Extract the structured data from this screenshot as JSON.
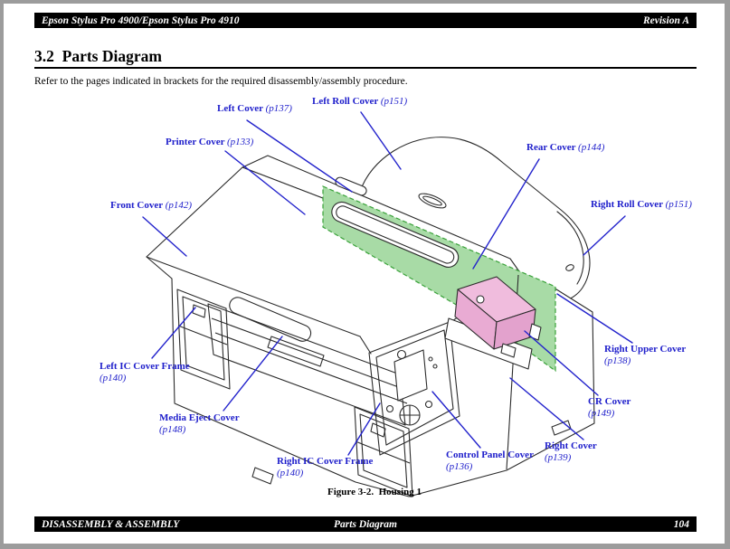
{
  "header": {
    "product": "Epson Stylus Pro 4900/Epson Stylus Pro 4910",
    "revision": "Revision A"
  },
  "section": {
    "title": "3.2  Parts Diagram"
  },
  "intro": "Refer to the pages indicated in brackets for the required disassembly/assembly procedure.",
  "figure_caption": "Figure 3-2.  Housing 1",
  "footer": {
    "chapter": "DISASSEMBLY & ASSEMBLY",
    "section": "Parts Diagram",
    "page_number": "104"
  },
  "colors": {
    "label_blue": "#1e1ecb",
    "leader_blue": "#2323cc",
    "highlight_green": "#a8dba6",
    "highlight_green_stroke": "#3aa23a",
    "highlight_pink": "#f0bcdd",
    "line_dark": "#2b2b2b",
    "surround_gray": "#9c9c9c"
  },
  "labels": [
    {
      "name": "Left Cover",
      "ref": "(p137)"
    },
    {
      "name": "Left Roll Cover",
      "ref": "(p151)"
    },
    {
      "name": "Printer Cover",
      "ref": "(p133)"
    },
    {
      "name": "Rear Cover",
      "ref": "(p144)"
    },
    {
      "name": "Front Cover",
      "ref": "(p142)"
    },
    {
      "name": "Right Roll Cover",
      "ref": "(p151)"
    },
    {
      "name": "Left IC Cover Frame",
      "ref": "(p140)"
    },
    {
      "name": "Media Eject Cover",
      "ref": "(p148)"
    },
    {
      "name": "Right IC Cover Frame",
      "ref": "(p140)"
    },
    {
      "name": "Control Panel Cover",
      "ref": "(p136)"
    },
    {
      "name": "Right Cover",
      "ref": "(p139)"
    },
    {
      "name": "CR Cover",
      "ref": "(p149)"
    },
    {
      "name": "Right Upper Cover",
      "ref": "(p138)"
    }
  ]
}
